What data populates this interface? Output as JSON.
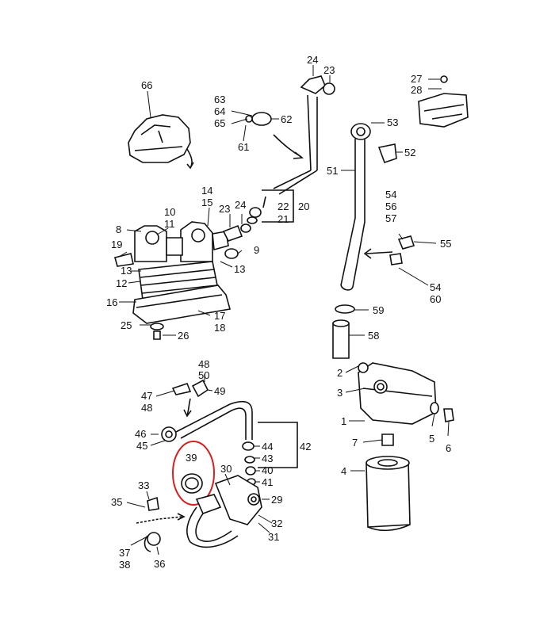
{
  "callout_labels": {
    "l1": "1",
    "l2": "2",
    "l3": "3",
    "l4": "4",
    "l5": "5",
    "l6": "6",
    "l7": "7",
    "l8": "8",
    "l9": "9",
    "l10": "10",
    "l11": "11",
    "l12": "12",
    "l13a": "13",
    "l13b": "13",
    "l14": "14",
    "l15": "15",
    "l16": "16",
    "l17": "17",
    "l18": "18",
    "l19": "19",
    "l20": "20",
    "l21": "21",
    "l22": "22",
    "l23a": "23",
    "l23b": "23",
    "l24a": "24",
    "l24b": "24",
    "l25": "25",
    "l26": "26",
    "l27": "27",
    "l28": "28",
    "l29": "29",
    "l30": "30",
    "l31": "31",
    "l32": "32",
    "l33": "33",
    "l35": "35",
    "l36": "36",
    "l37": "37",
    "l38": "38",
    "l39": "39",
    "l40": "40",
    "l41": "41",
    "l42": "42",
    "l43": "43",
    "l44": "44",
    "l45": "45",
    "l46": "46",
    "l47": "47",
    "l48a": "48",
    "l48b": "48",
    "l49": "49",
    "l50": "50",
    "l51": "51",
    "l52": "52",
    "l53": "53",
    "l54a": "54",
    "l54b": "54",
    "l55": "55",
    "l56": "56",
    "l57": "57",
    "l58": "58",
    "l59": "59",
    "l60": "60",
    "l61": "61",
    "l62": "62",
    "l63": "63",
    "l64": "64",
    "l65": "65",
    "l66": "66"
  },
  "highlight": {
    "part": "39",
    "color": "#d62020"
  },
  "colors": {
    "line": "#111111",
    "background": "#ffffff"
  }
}
